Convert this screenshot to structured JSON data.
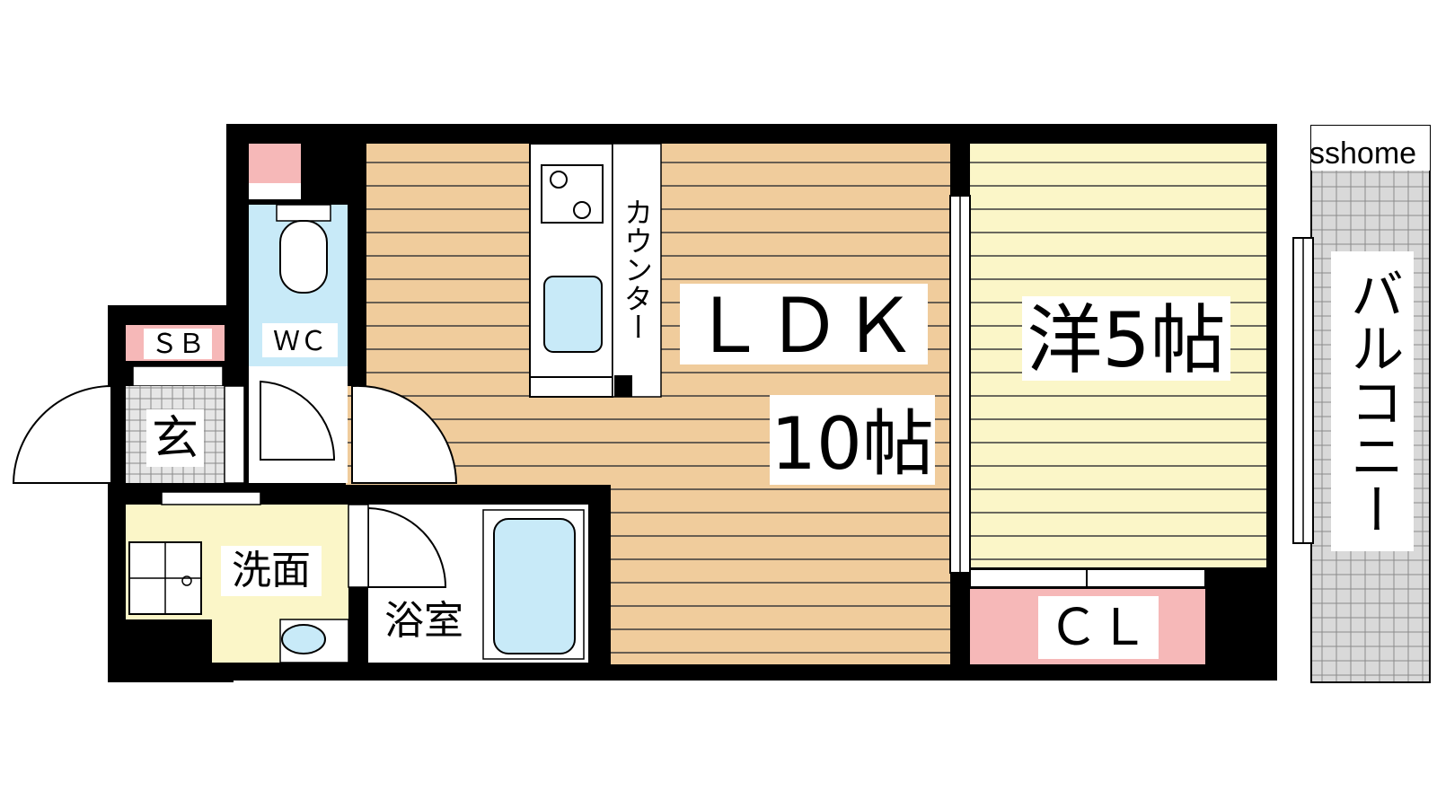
{
  "watermark": "sshome",
  "rooms": {
    "ldk": {
      "label": "ＬＤＫ",
      "size": "10帖"
    },
    "western": {
      "label": "洋5帖"
    },
    "closet": {
      "label": "ＣＬ"
    },
    "balcony": {
      "label": "バルコニー"
    },
    "entrance": {
      "label": "玄"
    },
    "shoe_box": {
      "label": "ＳＢ"
    },
    "toilet": {
      "label": "ＷＣ"
    },
    "washroom": {
      "label": "洗面"
    },
    "bathroom": {
      "label": "浴室"
    },
    "counter": {
      "label": "カウンター"
    }
  },
  "colors": {
    "ldk_floor": "#f0cc9c",
    "western_floor": "#fbf6c8",
    "closet": "#f6b8b8",
    "wet_area": "#c8eaf8",
    "washroom_floor": "#fbf6c8",
    "wall": "#000000",
    "balcony": "#d9d9d9"
  }
}
